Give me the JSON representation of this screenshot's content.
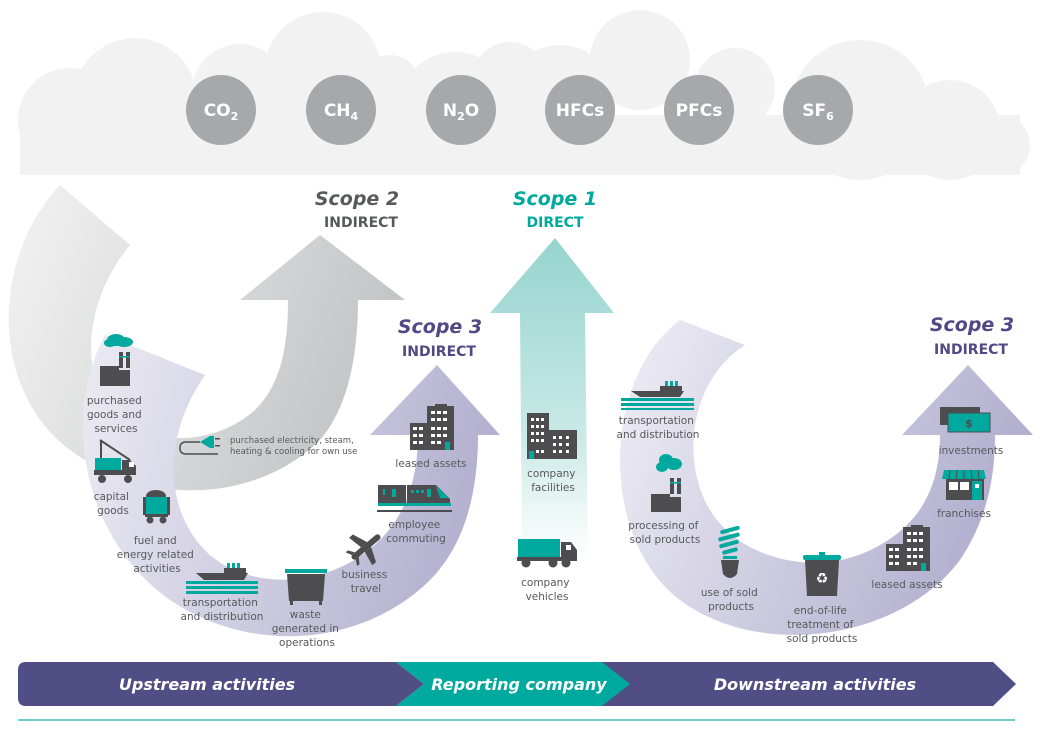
{
  "colors": {
    "cloud": "#f2f2f2",
    "gas_circle": "#a6a8ab",
    "scope2": "#58595b",
    "scope1": "#00a99d",
    "scope3": "#4f4a85",
    "icon_dark": "#4d4d4f",
    "icon_teal": "#00a99d",
    "label": "#58595b",
    "bar_purple": "#514e85",
    "bar_teal": "#00a99d",
    "divider": "#3fbfb2"
  },
  "gases": [
    "CO",
    "CH",
    "N",
    "HFCs",
    "PFCs",
    "SF"
  ],
  "gas_labels": [
    {
      "main": "CO",
      "sub": "2",
      "tail": ""
    },
    {
      "main": "CH",
      "sub": "4",
      "tail": ""
    },
    {
      "main": "N",
      "sub": "2",
      "tail": "O"
    },
    {
      "main": "HFCs",
      "sub": "",
      "tail": ""
    },
    {
      "main": "PFCs",
      "sub": "",
      "tail": ""
    },
    {
      "main": "SF",
      "sub": "6",
      "tail": ""
    }
  ],
  "scopes": {
    "scope2": {
      "title": "Scope 2",
      "subtitle": "INDIRECT"
    },
    "scope1": {
      "title": "Scope 1",
      "subtitle": "DIRECT"
    },
    "scope3_upstream": {
      "title": "Scope 3",
      "subtitle": "INDIRECT"
    },
    "scope3_downstream": {
      "title": "Scope 3",
      "subtitle": "INDIRECT"
    }
  },
  "scope2_items": {
    "electricity": [
      "purchased electricity, steam,",
      "heating & cooling for own use"
    ]
  },
  "upstream_items": {
    "purchased_goods": [
      "purchased",
      "goods and",
      "services"
    ],
    "capital_goods": [
      "capital",
      "goods"
    ],
    "fuel_energy": [
      "fuel and",
      "energy related",
      "activities"
    ],
    "transportation": [
      "transportation",
      "and distribution"
    ],
    "waste": [
      "waste",
      "generated in",
      "operations"
    ],
    "business_travel": [
      "business",
      "travel"
    ],
    "employee_commuting": [
      "employee",
      "commuting"
    ],
    "leased_assets": [
      "leased assets"
    ]
  },
  "scope1_items": {
    "company_facilities": [
      "company",
      "facilities"
    ],
    "company_vehicles": [
      "company",
      "vehicles"
    ]
  },
  "downstream_items": {
    "transportation": [
      "transportation",
      "and distribution"
    ],
    "processing": [
      "processing of",
      "sold products"
    ],
    "use_of_products": [
      "use of sold",
      "products"
    ],
    "end_of_life": [
      "end-of-life",
      "treatment of",
      "sold products"
    ],
    "leased_assets": [
      "leased assets"
    ],
    "franchises": [
      "franchises"
    ],
    "investments": [
      "investments"
    ],
    "investments_symbol": "$"
  },
  "bottom_bar": {
    "upstream": "Upstream activities",
    "reporting": "Reporting company",
    "downstream": "Downstream activities"
  }
}
